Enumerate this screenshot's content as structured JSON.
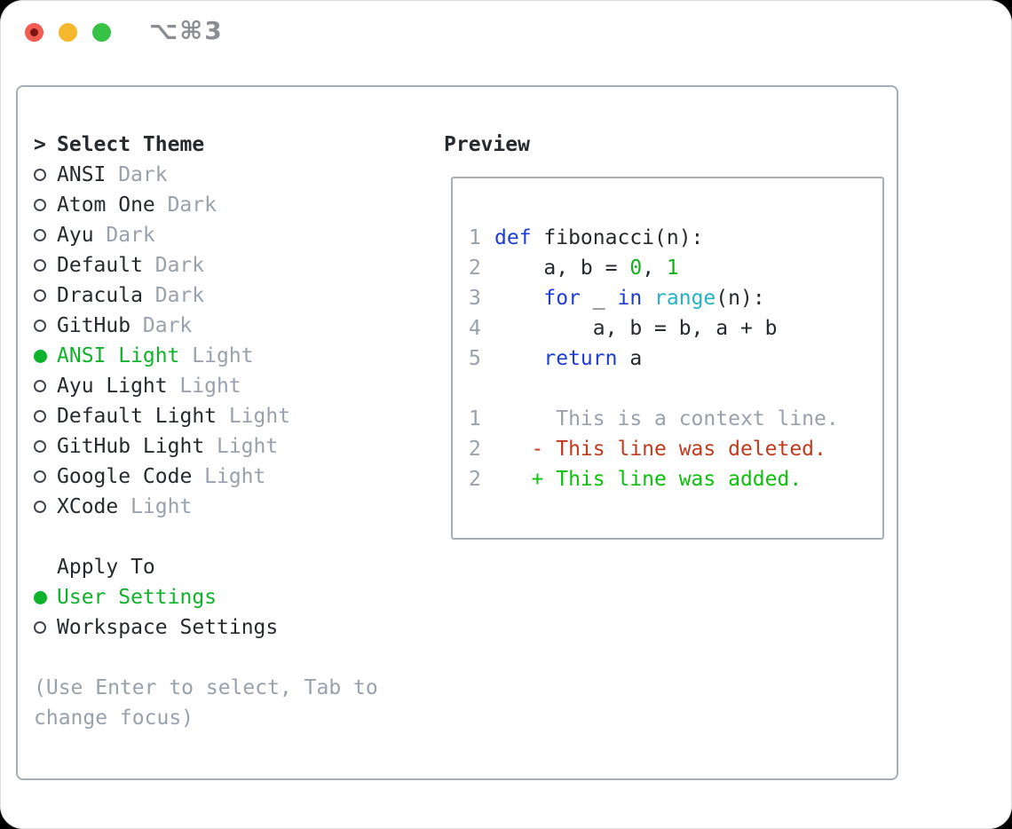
{
  "window": {
    "title": "⌥⌘3"
  },
  "colors": {
    "selection_green": "#0fb32b",
    "keyword_blue": "#1c3dd3",
    "function_cyan": "#25b2c6",
    "number_green": "#12b119",
    "diff_deleted_red": "#c23a1e",
    "diff_added_green": "#0cc10c",
    "dim_gray": "#98a1ac",
    "border_gray": "#a6aeb8",
    "traffic_close": "#f25c51",
    "traffic_minimize": "#f5b72e",
    "traffic_zoom": "#35c245"
  },
  "left_panel": {
    "header": {
      "cursor": ">",
      "label": "Select Theme"
    },
    "themes": [
      {
        "name": "ANSI",
        "variant": "Dark",
        "selected": false
      },
      {
        "name": "Atom One",
        "variant": "Dark",
        "selected": false
      },
      {
        "name": "Ayu",
        "variant": "Dark",
        "selected": false
      },
      {
        "name": "Default",
        "variant": "Dark",
        "selected": false
      },
      {
        "name": "Dracula",
        "variant": "Dark",
        "selected": false
      },
      {
        "name": "GitHub",
        "variant": "Dark",
        "selected": false
      },
      {
        "name": "ANSI Light",
        "variant": "Light",
        "selected": true
      },
      {
        "name": "Ayu Light",
        "variant": "Light",
        "selected": false
      },
      {
        "name": "Default Light",
        "variant": "Light",
        "selected": false
      },
      {
        "name": "GitHub Light",
        "variant": "Light",
        "selected": false
      },
      {
        "name": "Google Code",
        "variant": "Light",
        "selected": false
      },
      {
        "name": "XCode",
        "variant": "Light",
        "selected": false
      }
    ],
    "apply_to": {
      "label": "Apply To",
      "options": [
        {
          "label": "User Settings",
          "selected": true
        },
        {
          "label": "Workspace Settings",
          "selected": false
        }
      ]
    },
    "help_line1": "(Use Enter to select, Tab to",
    "help_line2": "change focus)"
  },
  "preview": {
    "label": "Preview",
    "code_lines": [
      {
        "no": "1",
        "segments": [
          {
            "text": "def"
          },
          {
            "text": " fibonacci(n):"
          }
        ]
      },
      {
        "no": "2",
        "segments": [
          {
            "text": "    a, b = "
          },
          {
            "text": "0"
          },
          {
            "text": ", "
          },
          {
            "text": "1"
          }
        ]
      },
      {
        "no": "3",
        "segments": [
          {
            "text": "    "
          },
          {
            "text": "for"
          },
          {
            "text": " _ "
          },
          {
            "text": "in"
          },
          {
            "text": " "
          },
          {
            "text": "range"
          },
          {
            "text": "(n):"
          }
        ]
      },
      {
        "no": "4",
        "segments": [
          {
            "text": "        a, b = b, a + b"
          }
        ]
      },
      {
        "no": "5",
        "segments": [
          {
            "text": "    "
          },
          {
            "text": "return"
          },
          {
            "text": " a"
          }
        ]
      }
    ],
    "diff_lines": [
      {
        "no": "1",
        "text": "     This is a context line."
      },
      {
        "no": "2",
        "text": "   - This line was deleted."
      },
      {
        "no": "2",
        "text": "   + This line was added."
      }
    ]
  }
}
